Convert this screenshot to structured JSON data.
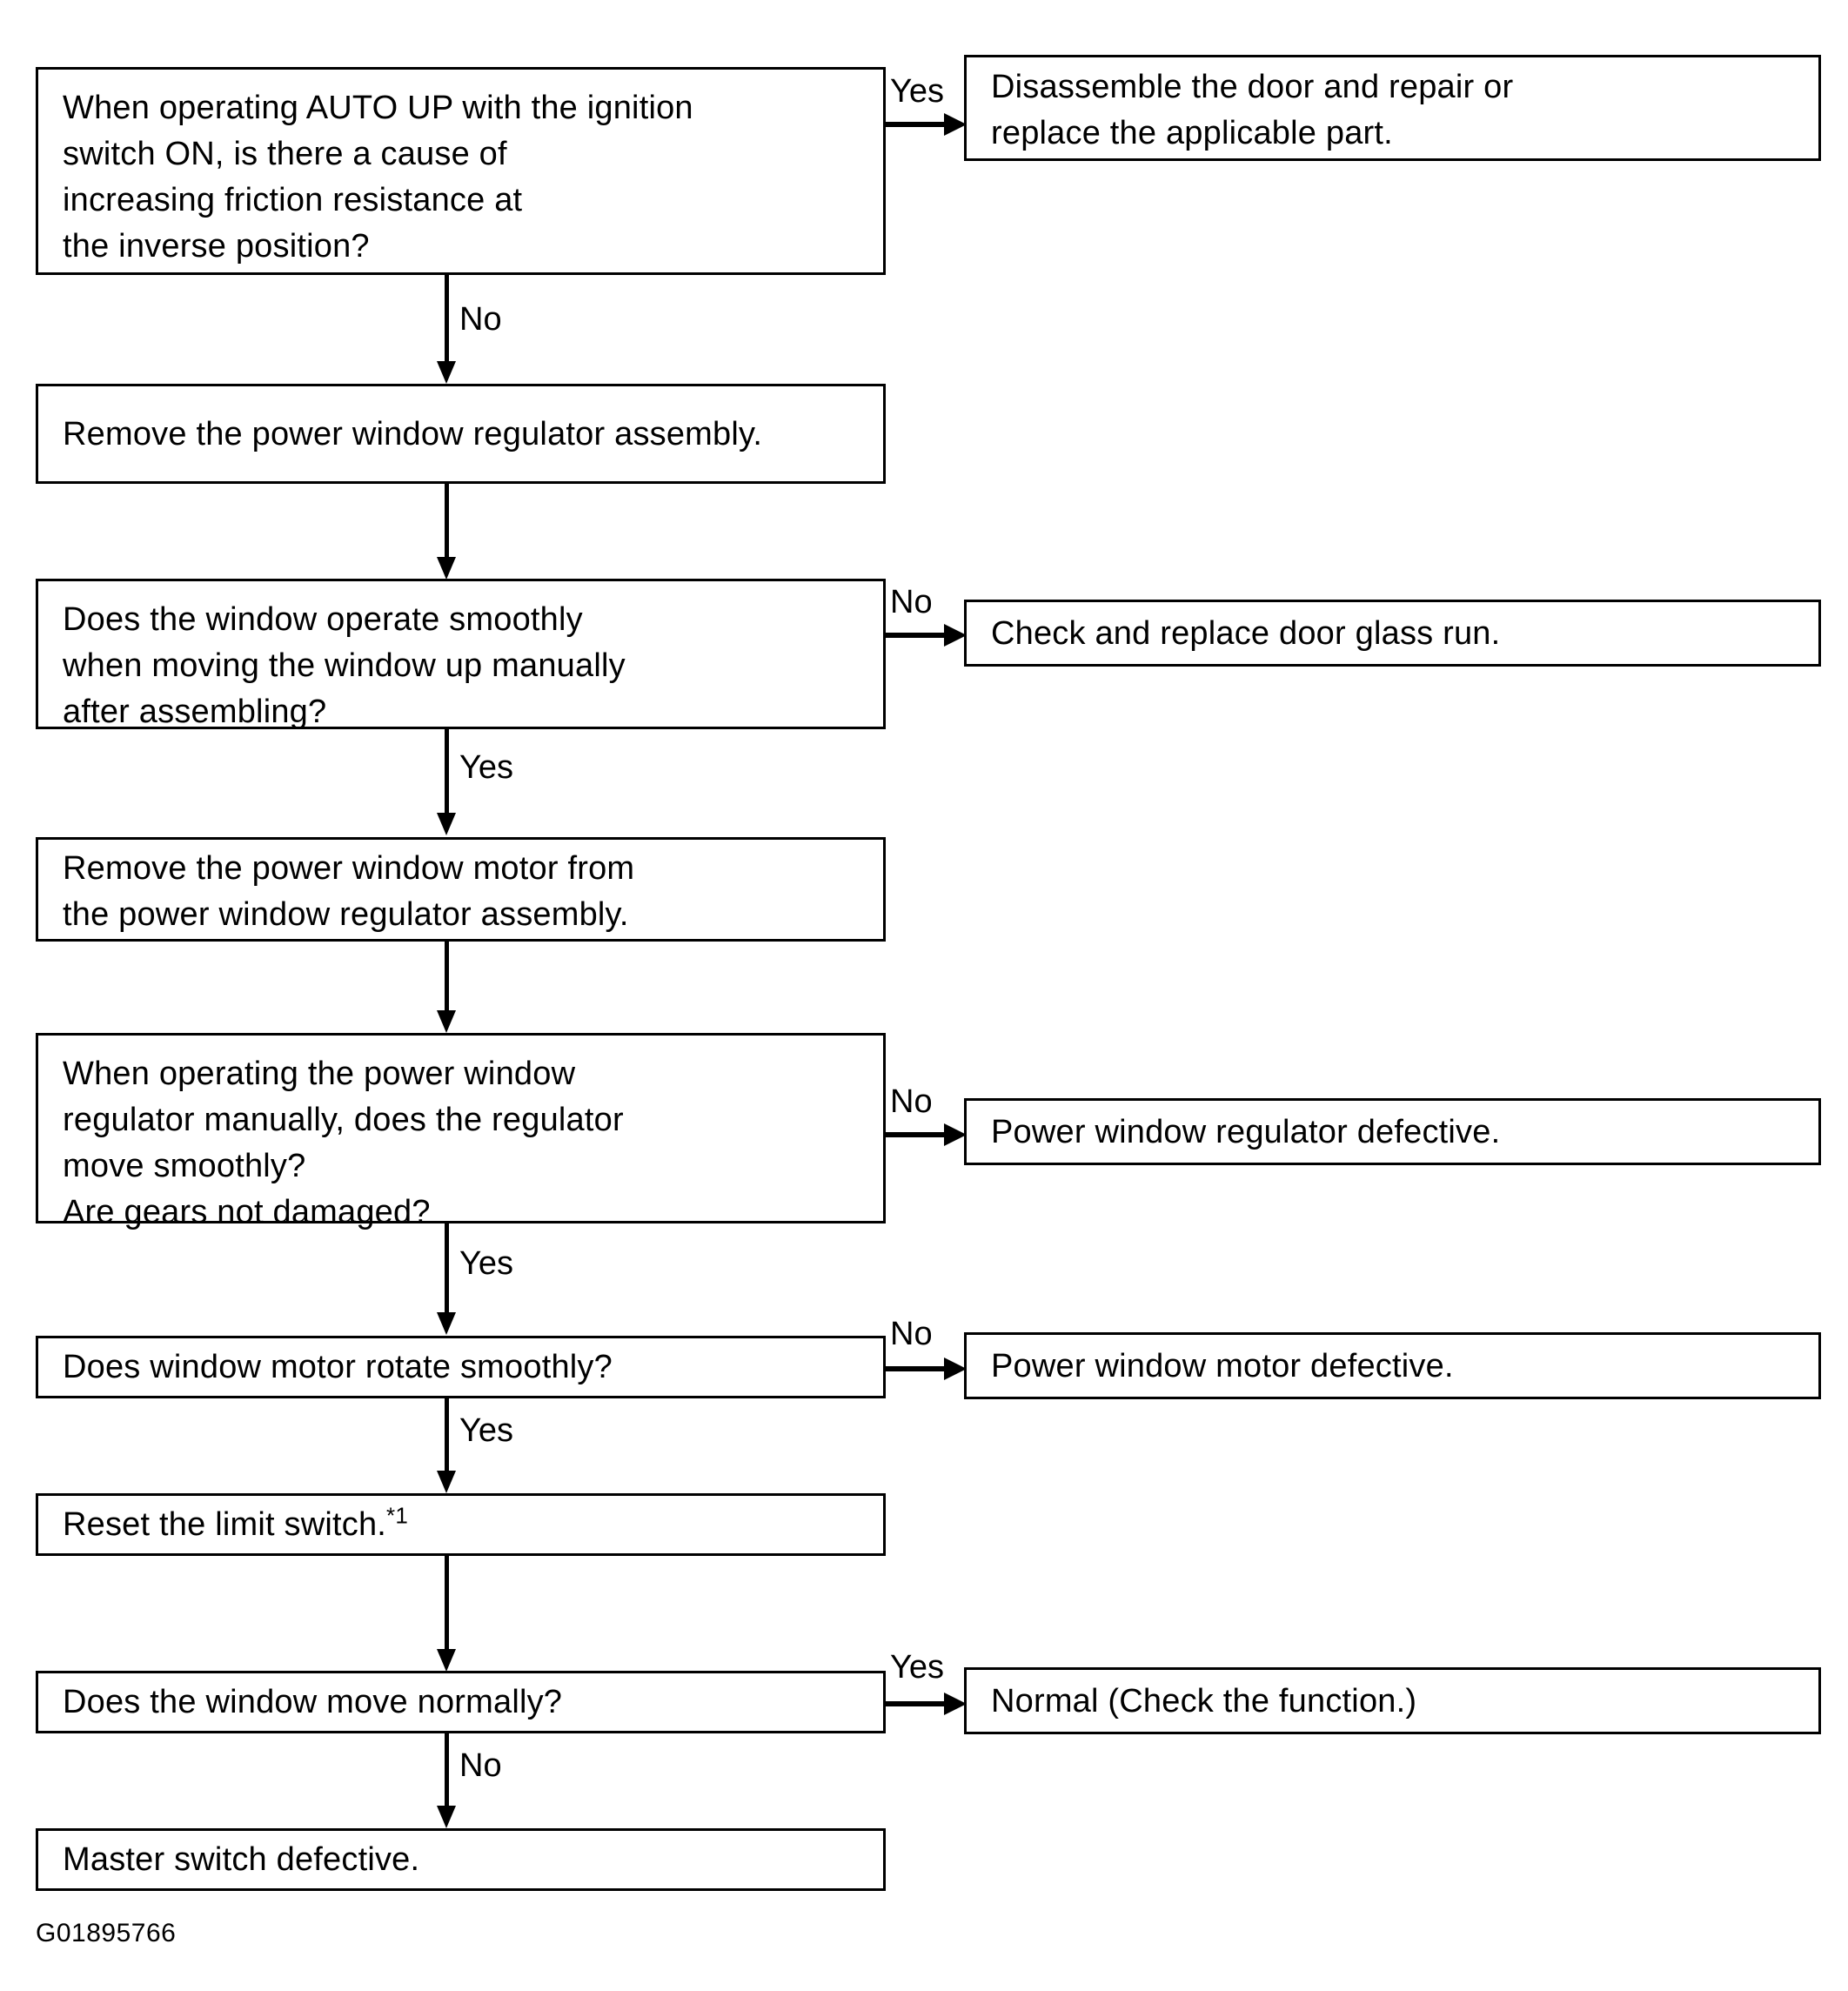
{
  "diagram": {
    "title_id": "G01895766",
    "nodes": [
      {
        "id": "q1",
        "kind": "decision",
        "text": "When operating AUTO UP with the ignition\nswitch ON, is there a cause of\nincreasing friction resistance at\nthe inverse position?"
      },
      {
        "id": "a1",
        "kind": "action",
        "text": "Disassemble the door and repair or\nreplace the applicable part."
      },
      {
        "id": "s1",
        "kind": "action",
        "text": "Remove the power window regulator assembly."
      },
      {
        "id": "q2",
        "kind": "decision",
        "text": "Does the window operate smoothly\nwhen moving the window up manually\nafter assembling?"
      },
      {
        "id": "a2",
        "kind": "action",
        "text": "Check and replace door glass run."
      },
      {
        "id": "s2",
        "kind": "action",
        "text": "Remove the power window motor from\nthe power window regulator assembly."
      },
      {
        "id": "q3",
        "kind": "decision",
        "text": "When operating the power window\nregulator manually, does the regulator\nmove smoothly?\nAre gears not damaged?"
      },
      {
        "id": "a3",
        "kind": "action",
        "text": "Power window regulator defective."
      },
      {
        "id": "q4",
        "kind": "decision",
        "text": "Does window motor rotate smoothly?"
      },
      {
        "id": "a4",
        "kind": "action",
        "text": "Power window motor defective."
      },
      {
        "id": "s3",
        "kind": "action",
        "text": "Reset the limit switch."
      },
      {
        "id": "s3_footnote",
        "kind": "footnote-marker",
        "text": "*1"
      },
      {
        "id": "q5",
        "kind": "decision",
        "text": "Does the window move normally?"
      },
      {
        "id": "a5",
        "kind": "action",
        "text": "Normal (Check the function.)"
      },
      {
        "id": "a6",
        "kind": "action",
        "text": "Master switch defective."
      }
    ],
    "edge_labels": {
      "q1_yes": "Yes",
      "q1_no": "No",
      "q2_no": "No",
      "q2_yes": "Yes",
      "q3_no": "No",
      "q3_yes": "Yes",
      "q4_no": "No",
      "q4_yes": "Yes",
      "q5_yes": "Yes",
      "q5_no": "No"
    }
  }
}
